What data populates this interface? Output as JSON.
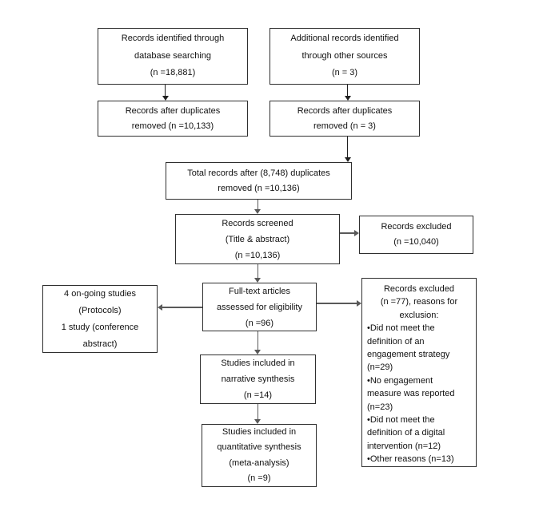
{
  "colors": {
    "background": "#ffffff",
    "box_border": "#2f2f2f",
    "text": "#111111",
    "arrow_black": "#1f1f1f",
    "arrow_gray": "#595959"
  },
  "boxes": {
    "identified_database": [
      "Records identified through",
      "database searching",
      "(n =18,881)"
    ],
    "identified_other": [
      "Additional records identified",
      "through other sources",
      "(n = 3)"
    ],
    "dedup_database": [
      "Records after duplicates",
      "removed (n =10,133)"
    ],
    "dedup_other": [
      "Records after duplicates",
      "removed (n = 3)"
    ],
    "total_records": [
      "Total records after (8,748) duplicates",
      "removed (n =10,136)"
    ],
    "screened": [
      "Records screened",
      "(Title & abstract)",
      "(n =10,136)"
    ],
    "excluded_screening": [
      "Records excluded",
      "(n =10,040)"
    ],
    "fulltext_assessed": [
      "Full-text articles",
      "assessed for eligibility",
      "(n =96)"
    ],
    "ongoing_studies": [
      "4 on-going studies",
      "(Protocols)",
      "1 study (conference",
      "abstract)"
    ],
    "excluded_fulltext": {
      "head": [
        "Records excluded",
        "(n =77), reasons for",
        "exclusion:"
      ],
      "bullets": [
        [
          "•Did not meet the",
          "definition of an",
          "engagement strategy",
          "(n=29)"
        ],
        [
          "•No engagement",
          "measure was reported",
          "(n=23)"
        ],
        [
          "•Did not meet the",
          "definition of a digital",
          "intervention (n=12)"
        ],
        [
          "•Other reasons (n=13)"
        ]
      ]
    },
    "narrative_synthesis": [
      "Studies included in",
      "narrative synthesis",
      "(n =14)"
    ],
    "quantitative_synthesis": [
      "Studies included in",
      "quantitative synthesis",
      "(meta-analysis)",
      "(n =9)"
    ]
  }
}
